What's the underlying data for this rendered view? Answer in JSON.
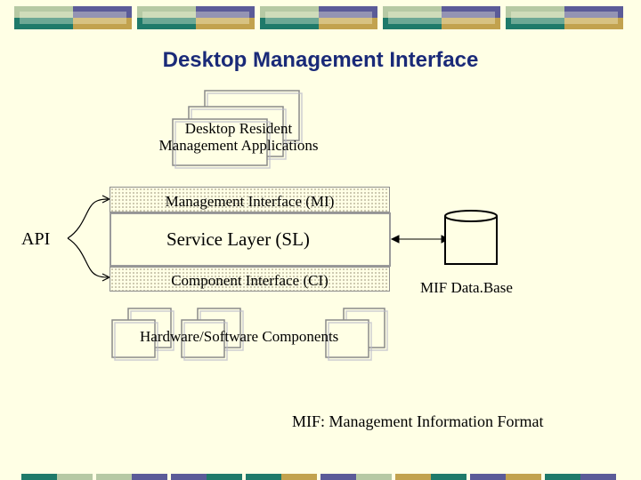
{
  "title": "Desktop Management Interface",
  "applications_label": "Desktop Resident Management Applications",
  "applications_label_line1": "Desktop Resident",
  "applications_label_line2": "Management Applications",
  "mi_label": "Management Interface (MI)",
  "sl_label": "Service Layer (SL)",
  "ci_label": "Component Interface (CI)",
  "api_label": "API",
  "database_label": "MIF Data.Base",
  "components_label": "Hardware/Software Components",
  "footnote": "MIF: Management Information Format",
  "colors": {
    "title": "#1A2A78",
    "background": "#FFFFE5",
    "deco_navy": "#5B5B98",
    "deco_teal": "#1F7A6A",
    "deco_tan": "#C2A24E",
    "deco_sage": "#B6C9A4"
  }
}
